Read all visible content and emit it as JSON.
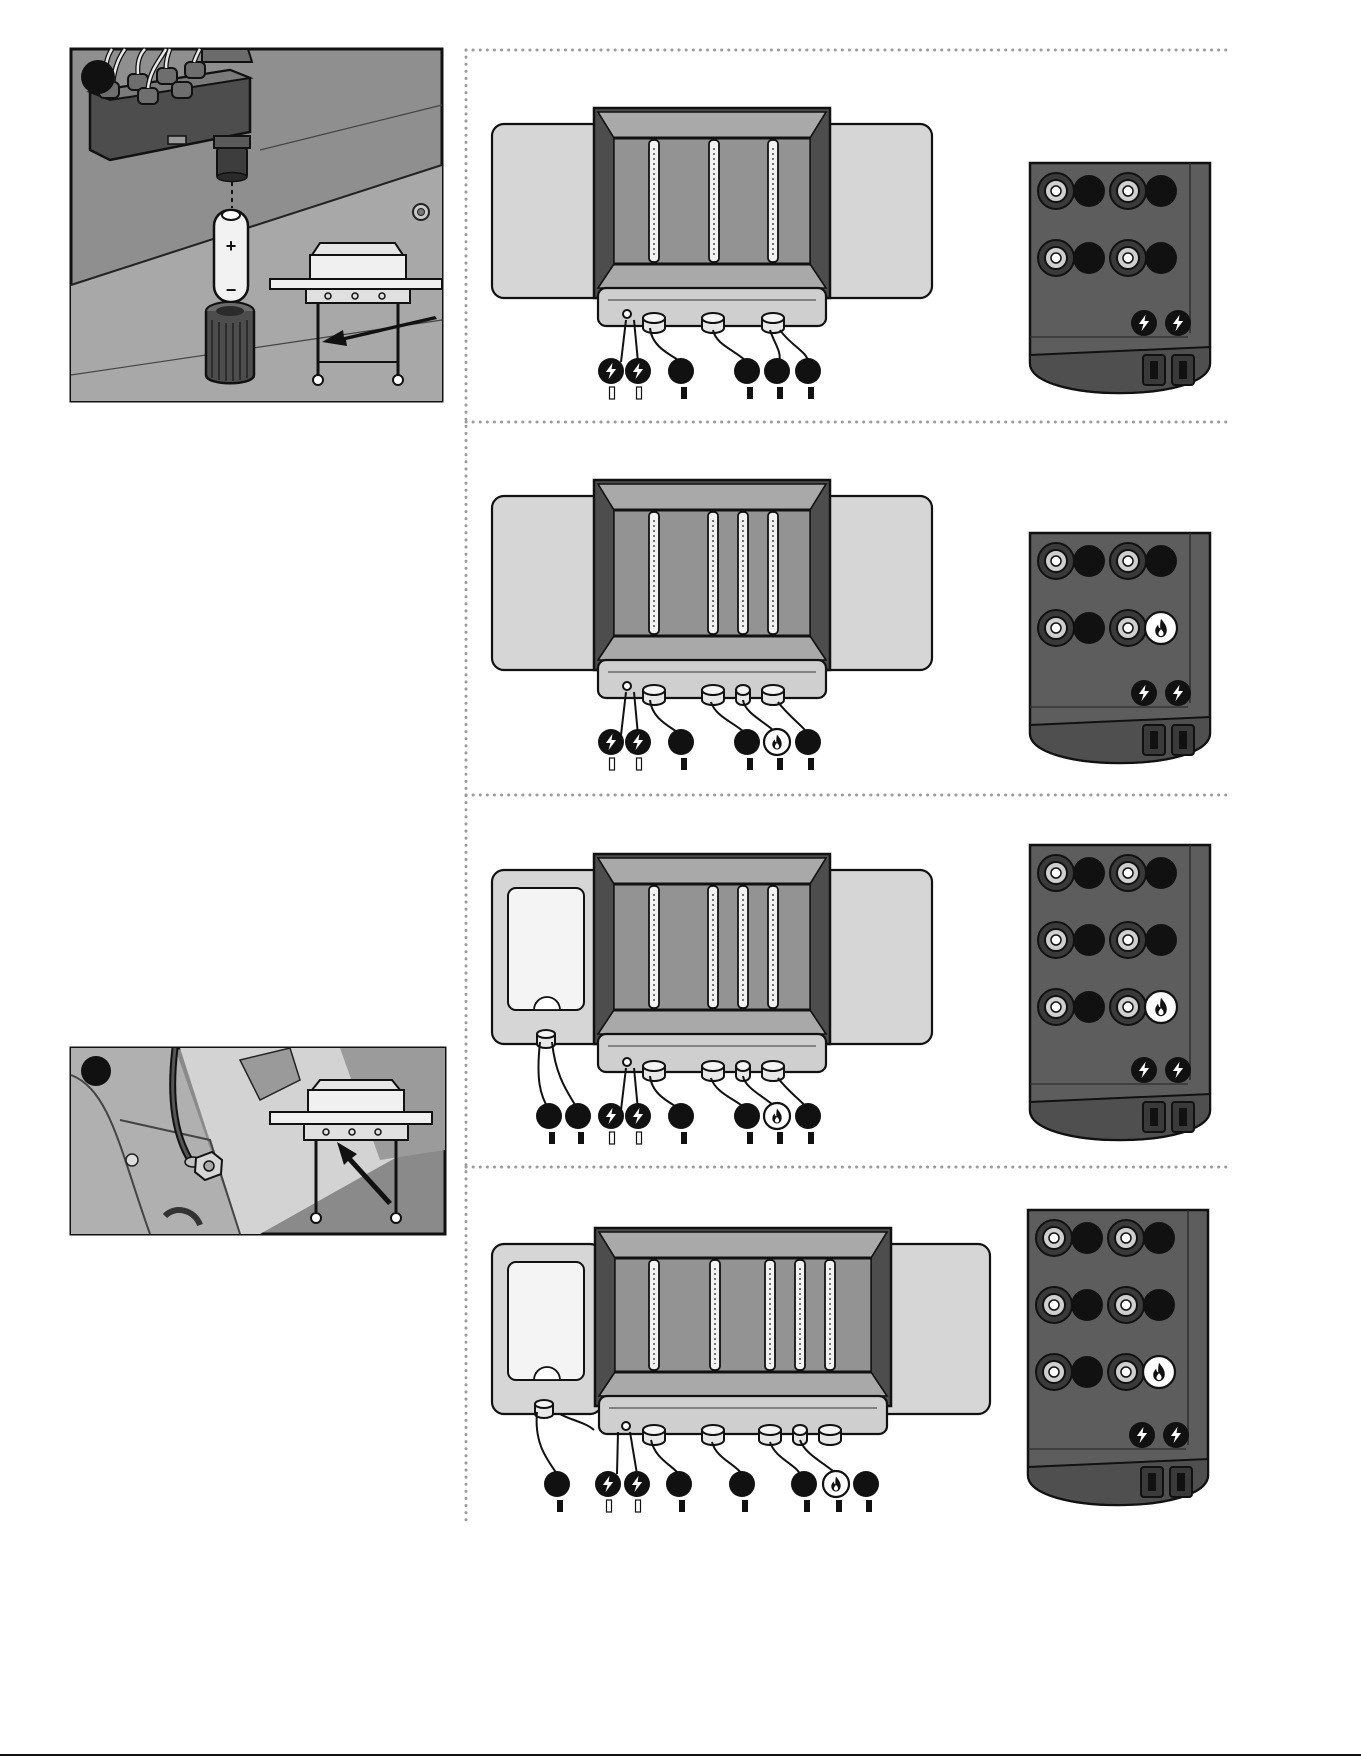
{
  "colors": {
    "outline": "#111111",
    "grill_body": "#d9d9d9",
    "grill_interior": "#9a9a9a",
    "panel_dark": "#5f5f5f",
    "panel_light": "#bdbdbd",
    "frame_dark": "#4a4a4a",
    "badge": "#111111",
    "dotted_divider": "#a6a6a6"
  },
  "icons": {
    "spark": "lightning-bolt-icon",
    "flame": "flame-icon",
    "socket": "knob-socket-icon",
    "arrow": "pointer-arrow-icon",
    "battery": "battery-icon"
  },
  "battery": {
    "plus": "+",
    "minus": "−"
  },
  "inset_photos": [
    {
      "id": "battery-install",
      "content": "igniter-battery"
    },
    {
      "id": "ground-wire",
      "content": "ground-wire-connection"
    }
  ],
  "wiring_diagrams": [
    {
      "id": "three-burner",
      "burners": 3,
      "side_burner": false,
      "labels": [
        "spark",
        "spark",
        "badge",
        "badge",
        "badge",
        "badge"
      ],
      "panel_rows": [
        [
          "badge",
          "badge"
        ],
        [
          "badge",
          "badge"
        ]
      ]
    },
    {
      "id": "three-burner-sear",
      "burners": 4,
      "side_burner": false,
      "labels": [
        "spark",
        "spark",
        "badge",
        "badge",
        "flame",
        "badge"
      ],
      "panel_rows": [
        [
          "badge",
          "badge"
        ],
        [
          "badge",
          "flame"
        ]
      ]
    },
    {
      "id": "three-burner-sear-side",
      "burners": 4,
      "side_burner": true,
      "labels": [
        "badge",
        "badge",
        "spark",
        "spark",
        "badge",
        "badge",
        "flame",
        "badge"
      ],
      "panel_rows": [
        [
          "badge",
          "badge"
        ],
        [
          "badge",
          "badge"
        ],
        [
          "badge",
          "flame"
        ]
      ]
    },
    {
      "id": "four-burner-sear-side",
      "burners": 5,
      "side_burner": true,
      "labels": [
        "badge",
        "spark",
        "spark",
        "badge",
        "badge",
        "badge",
        "flame",
        "badge"
      ],
      "panel_rows": [
        [
          "badge",
          "badge"
        ],
        [
          "badge",
          "badge"
        ],
        [
          "badge",
          "flame"
        ]
      ]
    }
  ]
}
